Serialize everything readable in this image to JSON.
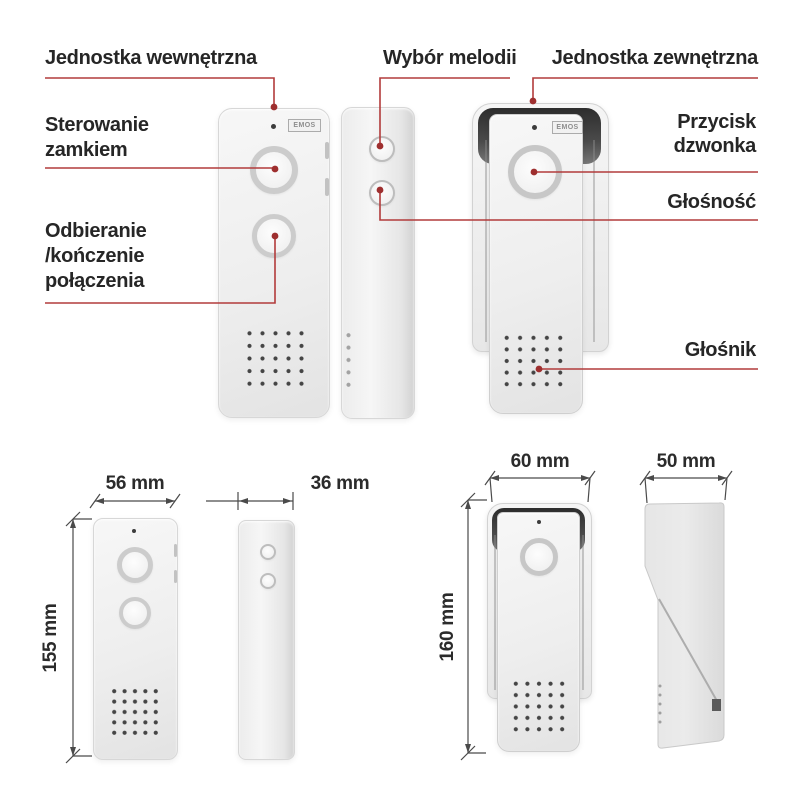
{
  "brand_badge": "EMOS",
  "callouts": {
    "indoor_unit": "Jednostka wewnętrzna",
    "melody_selection": "Wybór melodii",
    "outdoor_unit": "Jednostka zewnętrzna",
    "lock_control": "Sterowanie\nzamkiem",
    "answer_end_call": "Odbieranie\n/kończenie\npołączenia",
    "doorbell_button": "Przycisk\ndzwonka",
    "volume": "Głośność",
    "speaker": "Głośnik"
  },
  "dimensions": {
    "indoor_width": "56 mm",
    "indoor_depth": "36 mm",
    "indoor_height": "155 mm",
    "outdoor_width": "60 mm",
    "outdoor_depth": "50 mm",
    "outdoor_height": "160 mm"
  },
  "colors": {
    "callout_line": "#b23b3b",
    "callout_dot": "#9e2f2f",
    "dimension_line": "#4a4a4a",
    "text": "#262626"
  }
}
